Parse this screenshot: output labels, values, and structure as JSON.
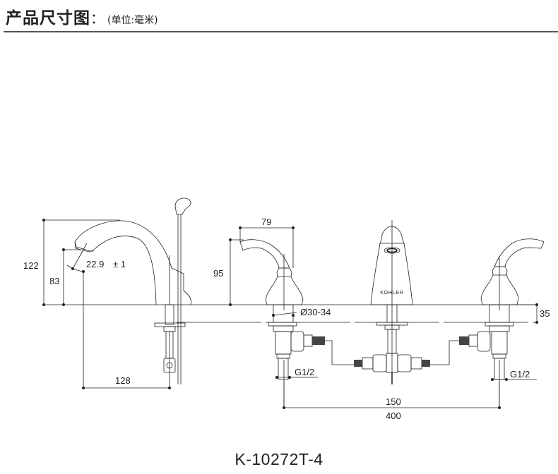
{
  "header": {
    "title": "产品尺寸图",
    "colon": "：",
    "unit": "(单位:毫米)"
  },
  "brand_label": "KOHLER",
  "model": "K-10272T-4",
  "dimensions": {
    "overall_height": "122",
    "spout_height": "83",
    "spout_angle": "22.9",
    "spout_angle_tol": "± 1",
    "spout_reach": "128",
    "handle_width": "79",
    "handle_height": "95",
    "hole_diameter": "Ø30-34",
    "deck_thickness": "35",
    "thread_left": "G1/2",
    "thread_right": "G1/2",
    "spread_min": "150",
    "spread_max": "400"
  },
  "colors": {
    "line": "#231f20",
    "rule": "#555555",
    "hatch": "#444444"
  }
}
